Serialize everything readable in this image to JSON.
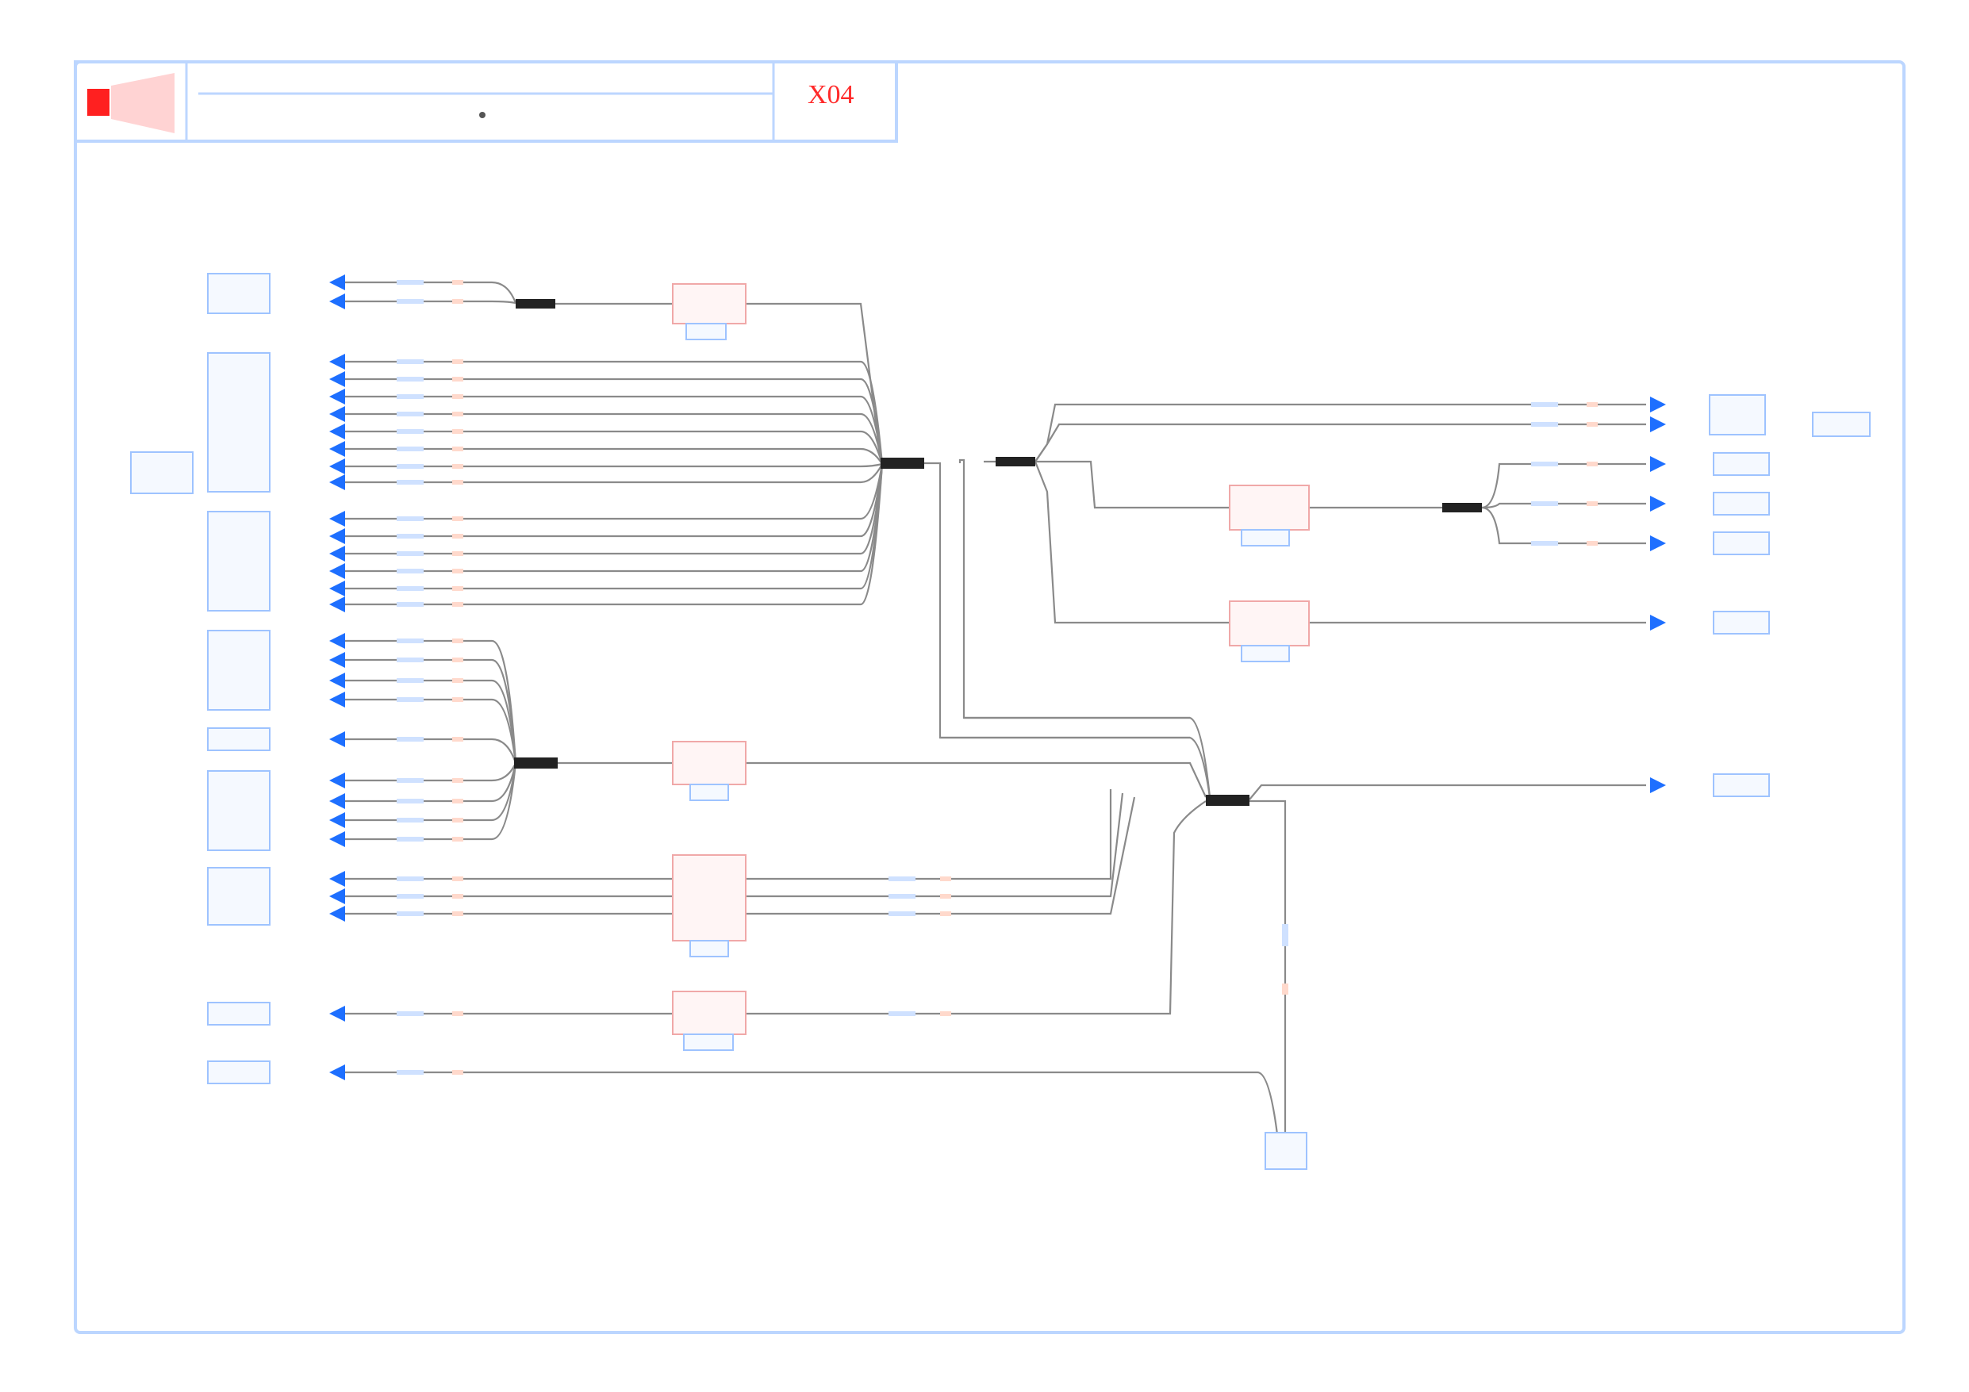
{
  "header": {
    "title_code": "X04",
    "title_sub": "",
    "description": "",
    "logo_icon": "car-brand-logo-icon"
  },
  "page": {
    "footer_ref": ""
  },
  "colors": {
    "frame": "#bcd6ff",
    "wire": "#8a8a8a",
    "arrow": "#1e6fff",
    "component": "#f0a8a8",
    "accent_red": "#ff2a2a"
  },
  "labels": {
    "left_group": "",
    "right_group": "",
    "ground": ""
  },
  "components": [
    {
      "id": "c1",
      "label": ""
    },
    {
      "id": "c2",
      "label": ""
    },
    {
      "id": "c3",
      "label": ""
    },
    {
      "id": "c4",
      "label": ""
    },
    {
      "id": "c5",
      "label": ""
    },
    {
      "id": "c6",
      "label": ""
    }
  ]
}
